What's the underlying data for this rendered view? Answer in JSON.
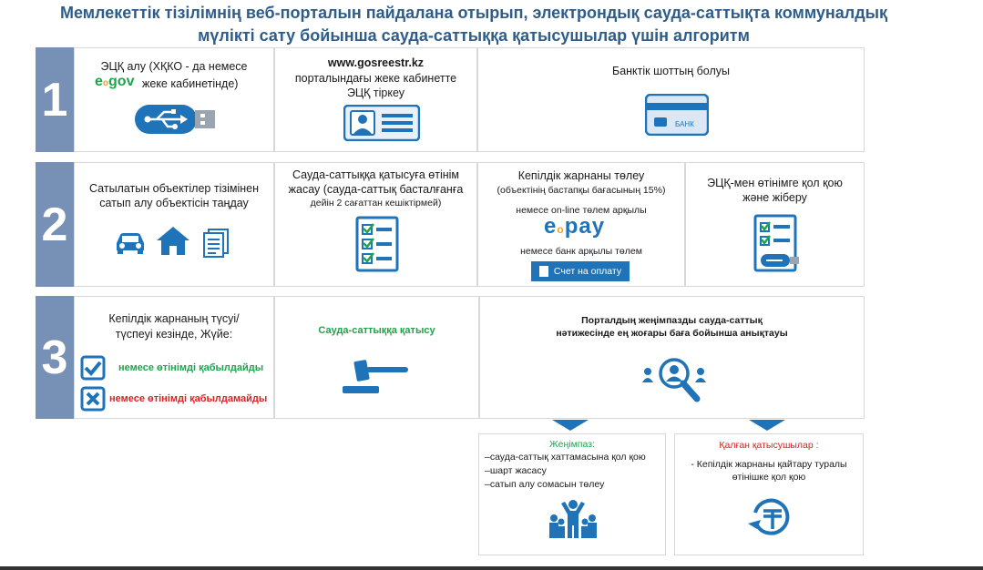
{
  "title": {
    "line1": "Мемлекеттік тізілімнің веб-порталын пайдалана отырып, электрондық сауда-саттықта коммуналдық",
    "line2": "мүлікті сату бойынша сауда-саттыққа қатысушылар үшін алгоритм"
  },
  "steps": [
    {
      "number": "1",
      "boxes": [
        {
          "line1": "ЭЦҚ алу (ХҚКО - да немесе",
          "logo": "egov",
          "line2": "жеке кабинетінде)",
          "icon": "usb-key-icon"
        },
        {
          "line1": "www.gosreestr.kz",
          "line2": "порталындағы жеке кабинетте",
          "line3": "ЭЦҚ тіркеу",
          "icon": "id-card-icon"
        },
        {
          "line1": "Банктік шоттың болуы",
          "card_label": "БАНК",
          "icon": "bank-card-icon"
        }
      ]
    },
    {
      "number": "2",
      "boxes": [
        {
          "line1": "Сатылатын объектілер тізімінен",
          "line2": "сатып алу объектісін таңдау",
          "icons": [
            "car-icon",
            "house-icon",
            "documents-icon"
          ]
        },
        {
          "line1": "Сауда-саттыққа қатысуға өтінім",
          "line2": "жасау  (сауда-саттық басталғанға",
          "line3": "дейін 2 сағаттан кешіктірмей)",
          "icon": "checklist-icon"
        },
        {
          "line1": "Кепілдік жарнаны төлеу",
          "line2": "(объектінің бастапқы бағасының 15%)",
          "line3": "немесе on-line төлем арқылы",
          "logo": "epay",
          "line4": "немесе банк арқылы төлем",
          "invoice_button": "Счет на оплату",
          "icon": "checklist-icon"
        },
        {
          "line1": "ЭЦҚ-мен өтінімге қол қою",
          "line2": "және жіберу",
          "icon": "checklist-usb-icon"
        }
      ]
    },
    {
      "number": "3",
      "boxes": [
        {
          "line1": "Кепілдік жарнаның түсуі/",
          "line2": "түспеуі кезінде, Жүйе:",
          "accept": "немесе өтінімді қабылдайды",
          "reject": "немесе өтінімді қабылдамайды"
        },
        {
          "line1": "Сауда-саттыққа қатысу",
          "icon": "gavel-icon"
        },
        {
          "line1": "Порталдың жеңімпазды сауда-саттық",
          "line2": "нәтижесінде ең жоғары баға бойынша анықтауы",
          "icon": "search-people-icon"
        }
      ]
    }
  ],
  "winner": {
    "heading": "Жеңімпаз:",
    "items": [
      "–сауда-саттық хаттамасына қол қою",
      "–шарт жасасу",
      "–сатып алу сомасын төлеу"
    ],
    "icon": "crowd-icon"
  },
  "others": {
    "heading": "Қалған қатысушылар :",
    "line1": "- Кепілдік жарнаны қайтару туралы",
    "line2": "өтінішке қол қою",
    "icon": "refund-icon"
  },
  "colors": {
    "title": "#2f5d8a",
    "step_bg": "#7790b6",
    "arrow": "#1f73b8",
    "accept": "#1aa64a",
    "reject": "#e02020"
  }
}
